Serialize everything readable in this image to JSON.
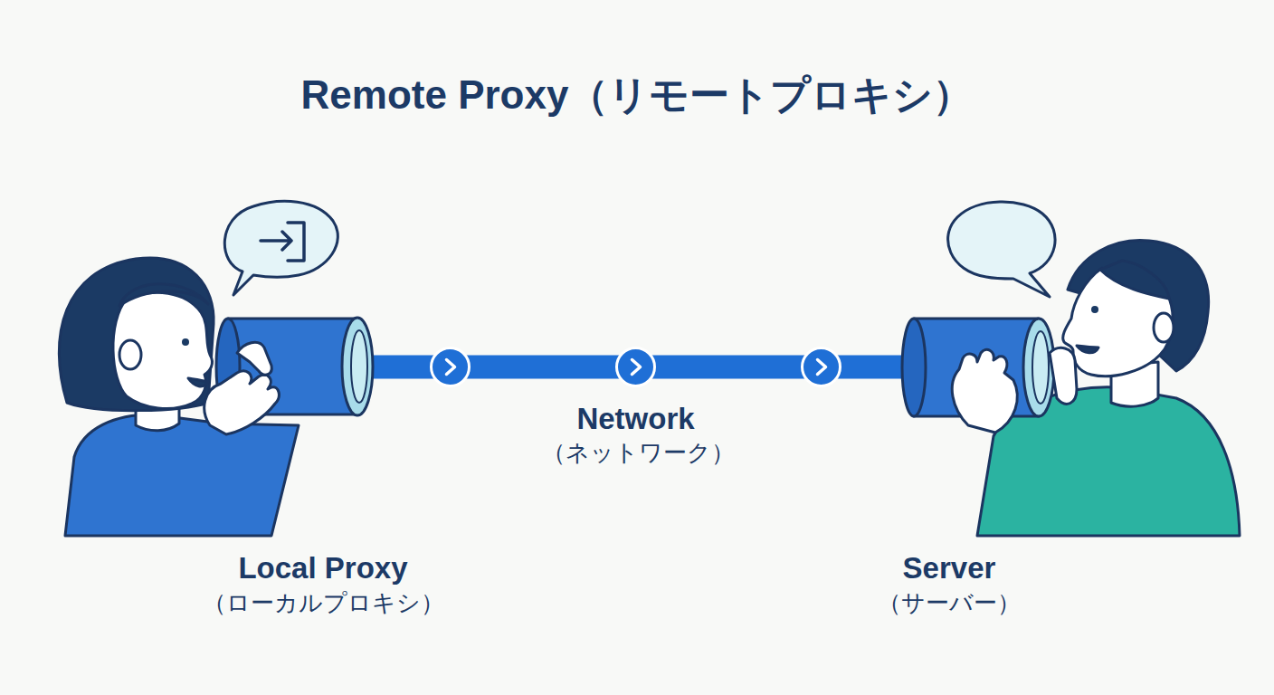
{
  "diagram": {
    "title": "Remote Proxy（リモートプロキシ）",
    "nodes": [
      {
        "text": [
          "Local Proxy",
          "（ローカルプロキシ）"
        ]
      },
      {
        "text": [
          "Server",
          "（サーバー）"
        ]
      }
    ],
    "edges": [
      {
        "from": 0,
        "to": 1,
        "arrow": "to",
        "label": "Network"
      }
    ],
    "labels": [
      "（ネットワーク）"
    ]
  }
}
